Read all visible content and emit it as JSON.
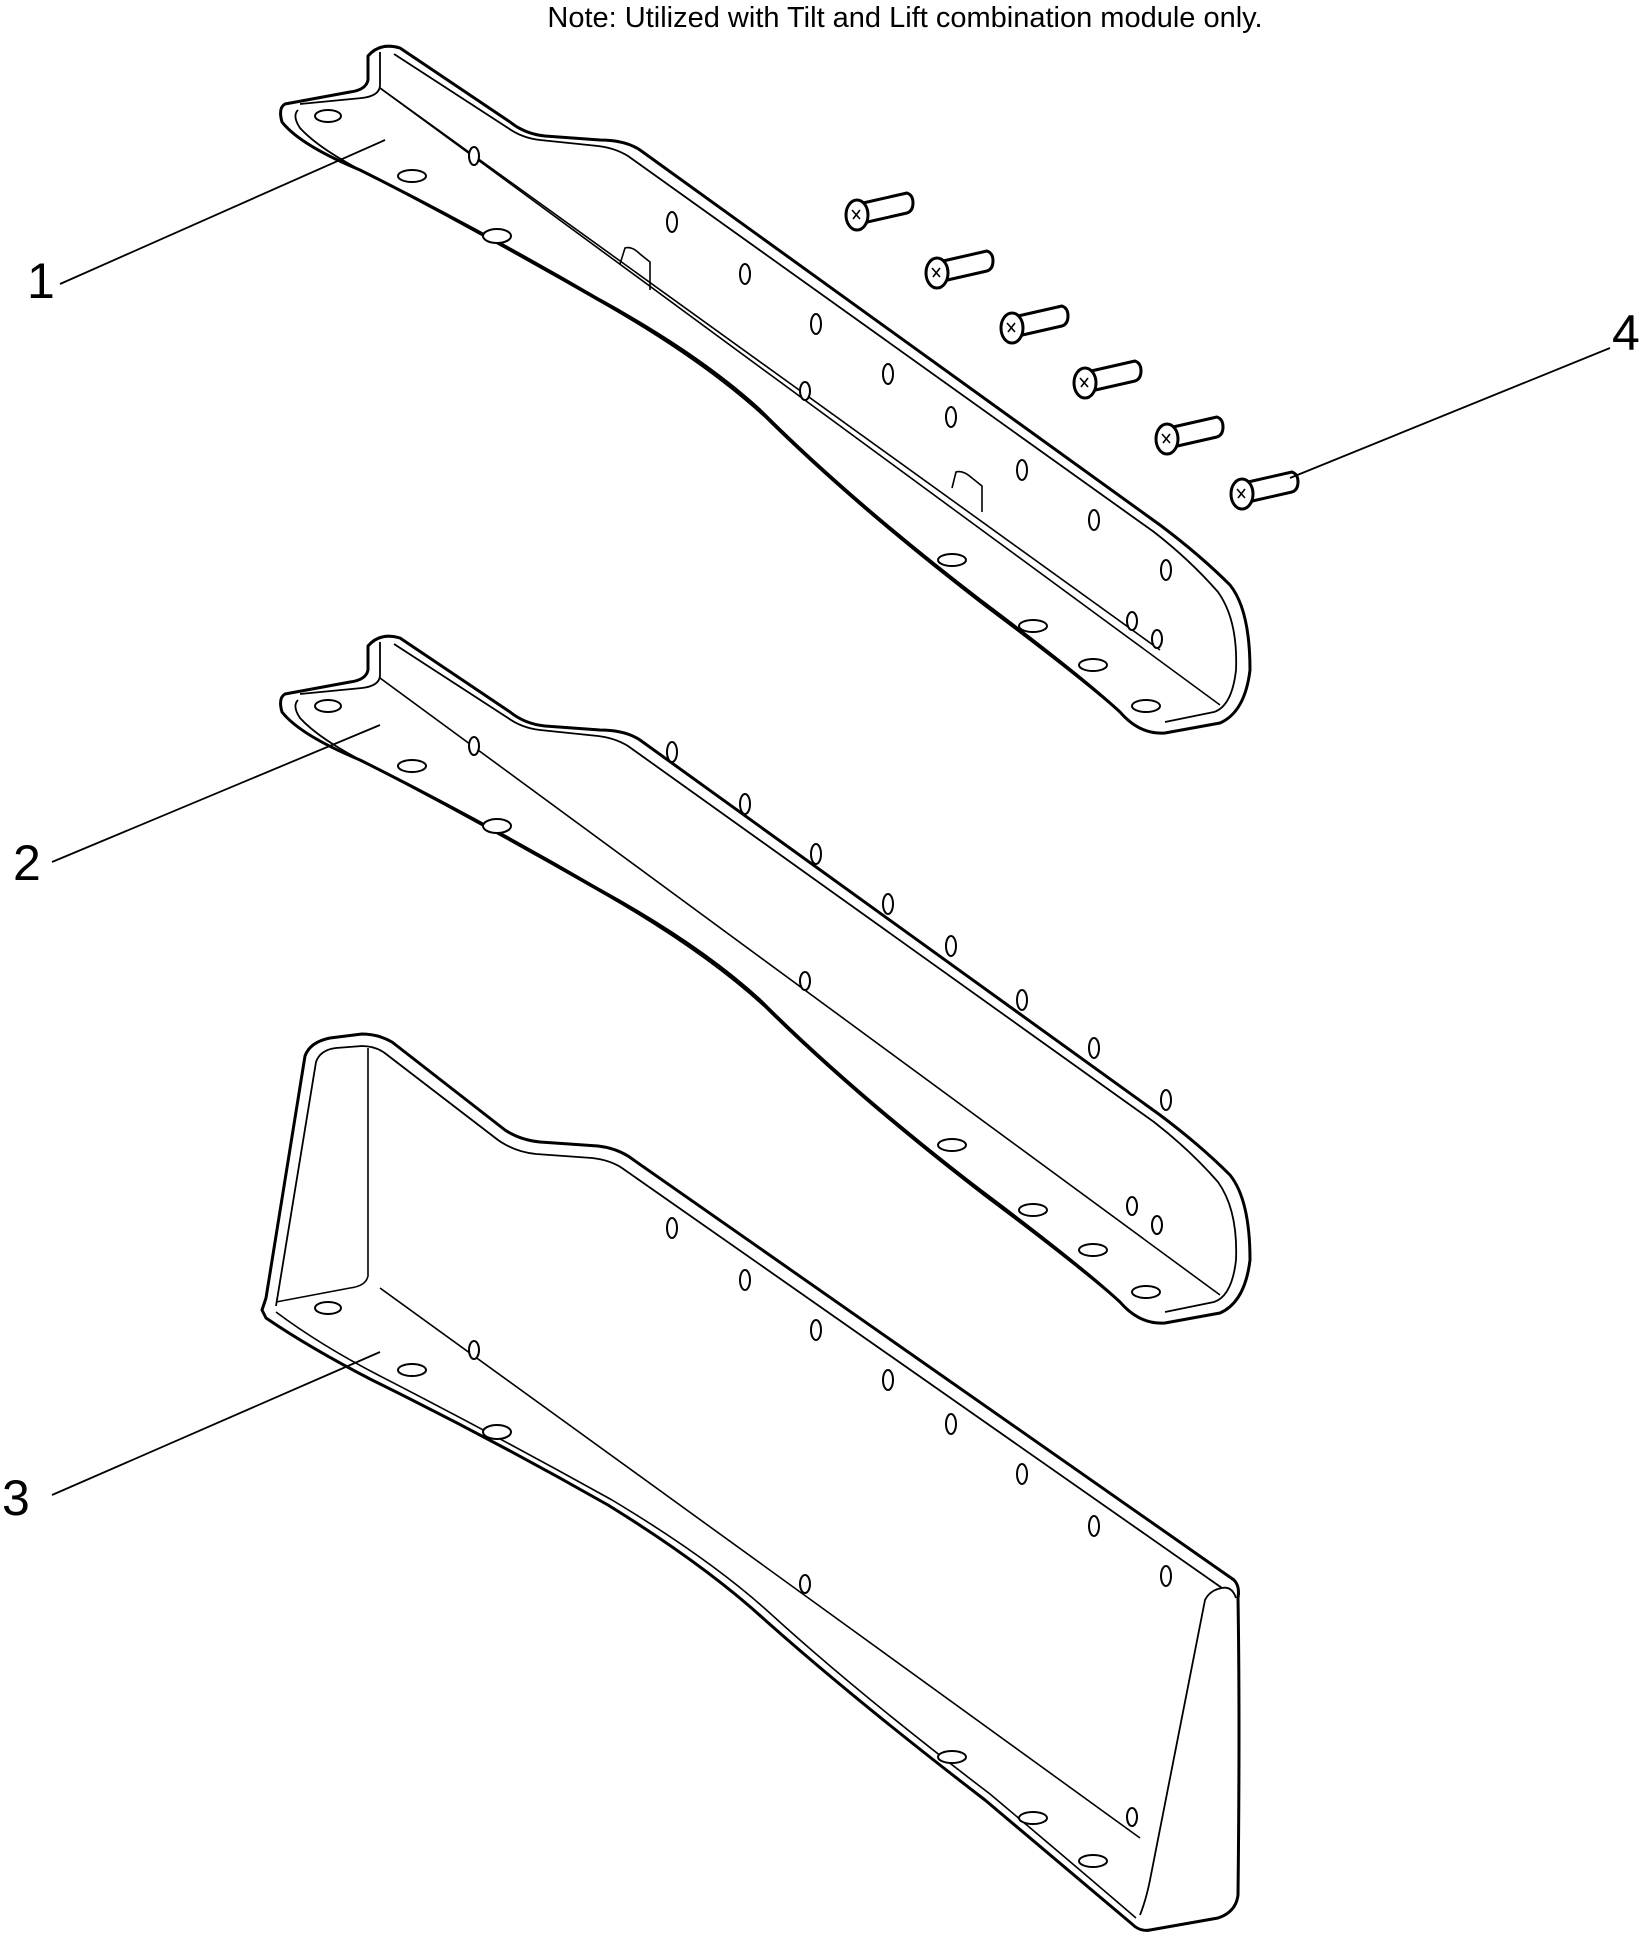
{
  "note": "Note: Utilized with Tilt and Lift combination module only.",
  "callouts": [
    {
      "id": "1",
      "label": "1"
    },
    {
      "id": "2",
      "label": "2"
    },
    {
      "id": "3",
      "label": "3"
    },
    {
      "id": "4",
      "label": "4"
    }
  ]
}
